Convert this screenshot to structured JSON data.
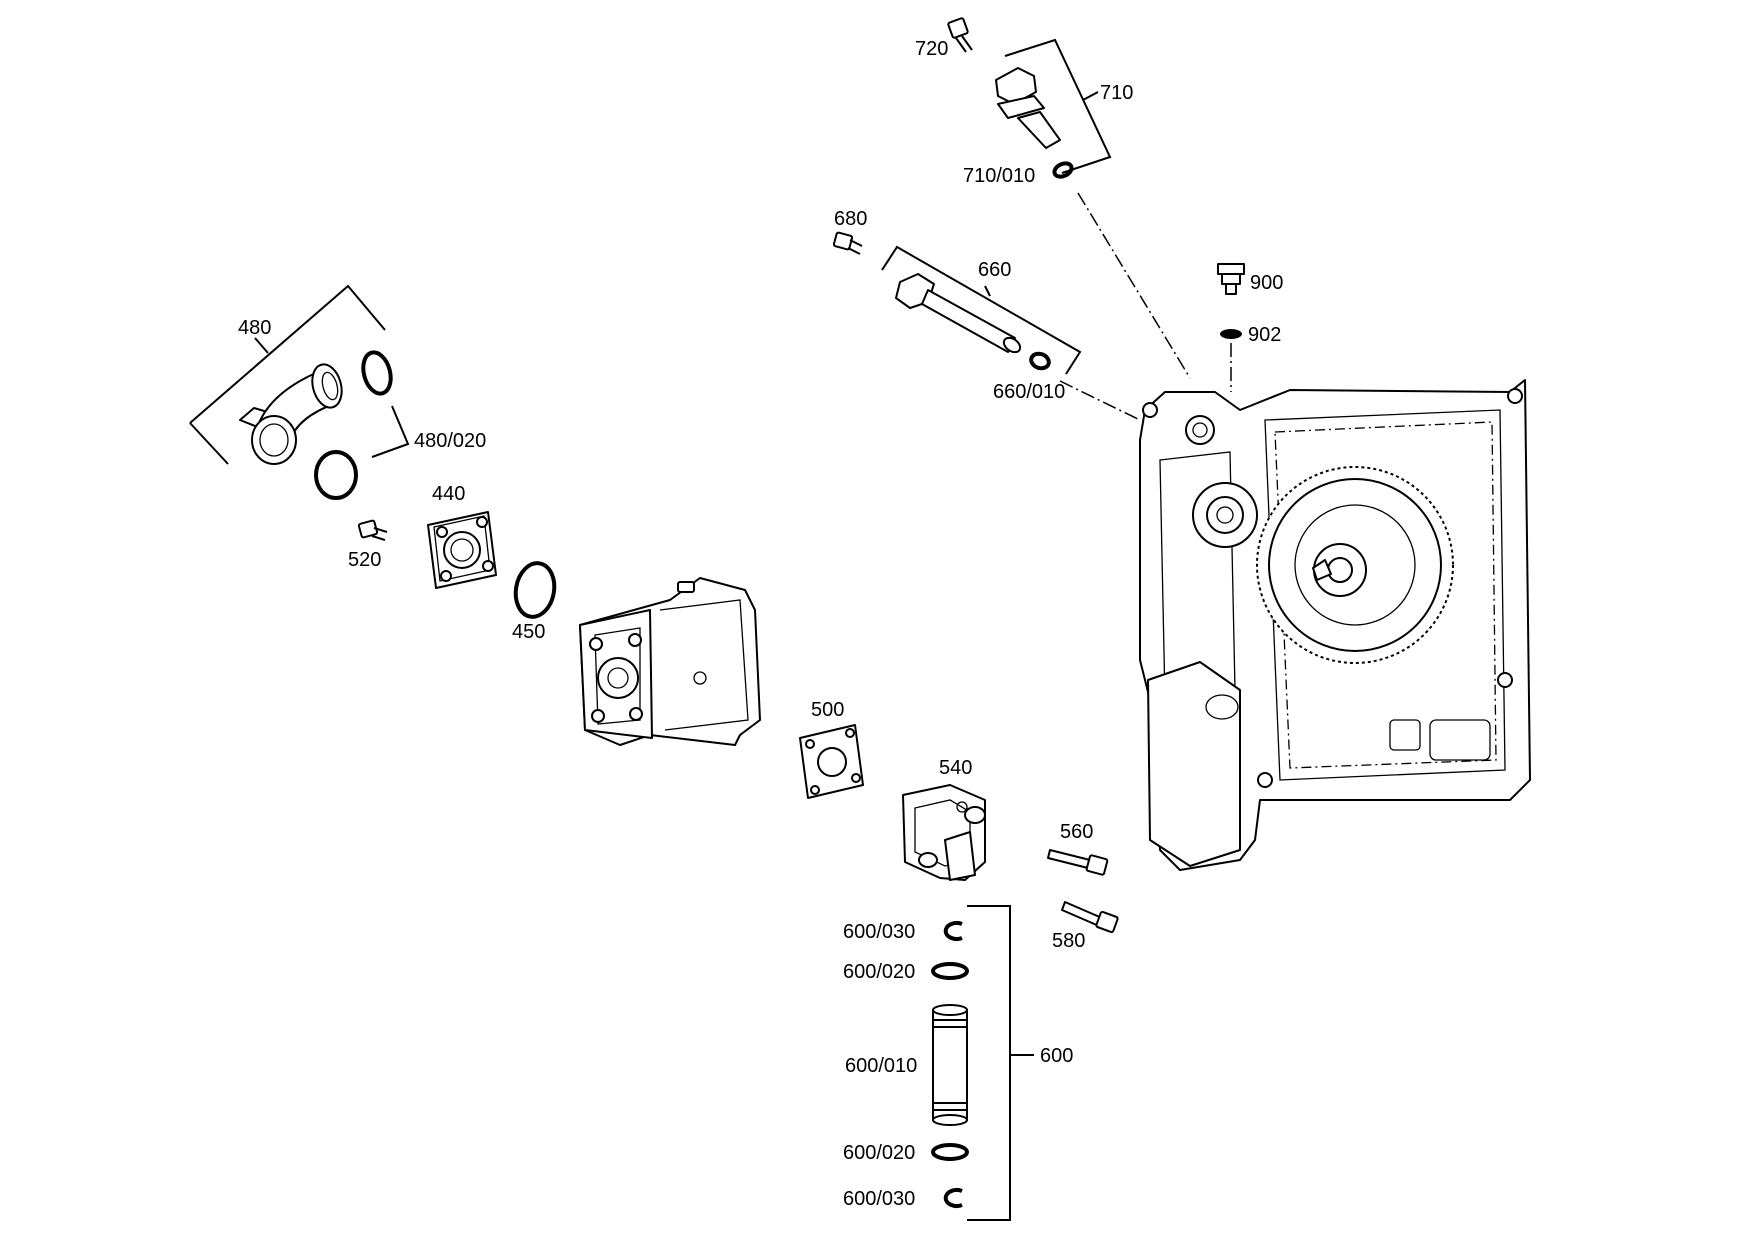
{
  "labels": {
    "p720": "720",
    "p710": "710",
    "p710_010": "710/010",
    "p680": "680",
    "p660": "660",
    "p660_010": "660/010",
    "p900": "900",
    "p902": "902",
    "p480": "480",
    "p480_020": "480/020",
    "p440": "440",
    "p520": "520",
    "p450": "450",
    "p500": "500",
    "p540": "540",
    "p560": "560",
    "p580": "580",
    "p600": "600",
    "p600_030_top": "600/030",
    "p600_020_top": "600/020",
    "p600_010": "600/010",
    "p600_020_bottom": "600/020",
    "p600_030_bottom": "600/030"
  },
  "colors": {
    "line": "#000000",
    "background": "#ffffff"
  }
}
